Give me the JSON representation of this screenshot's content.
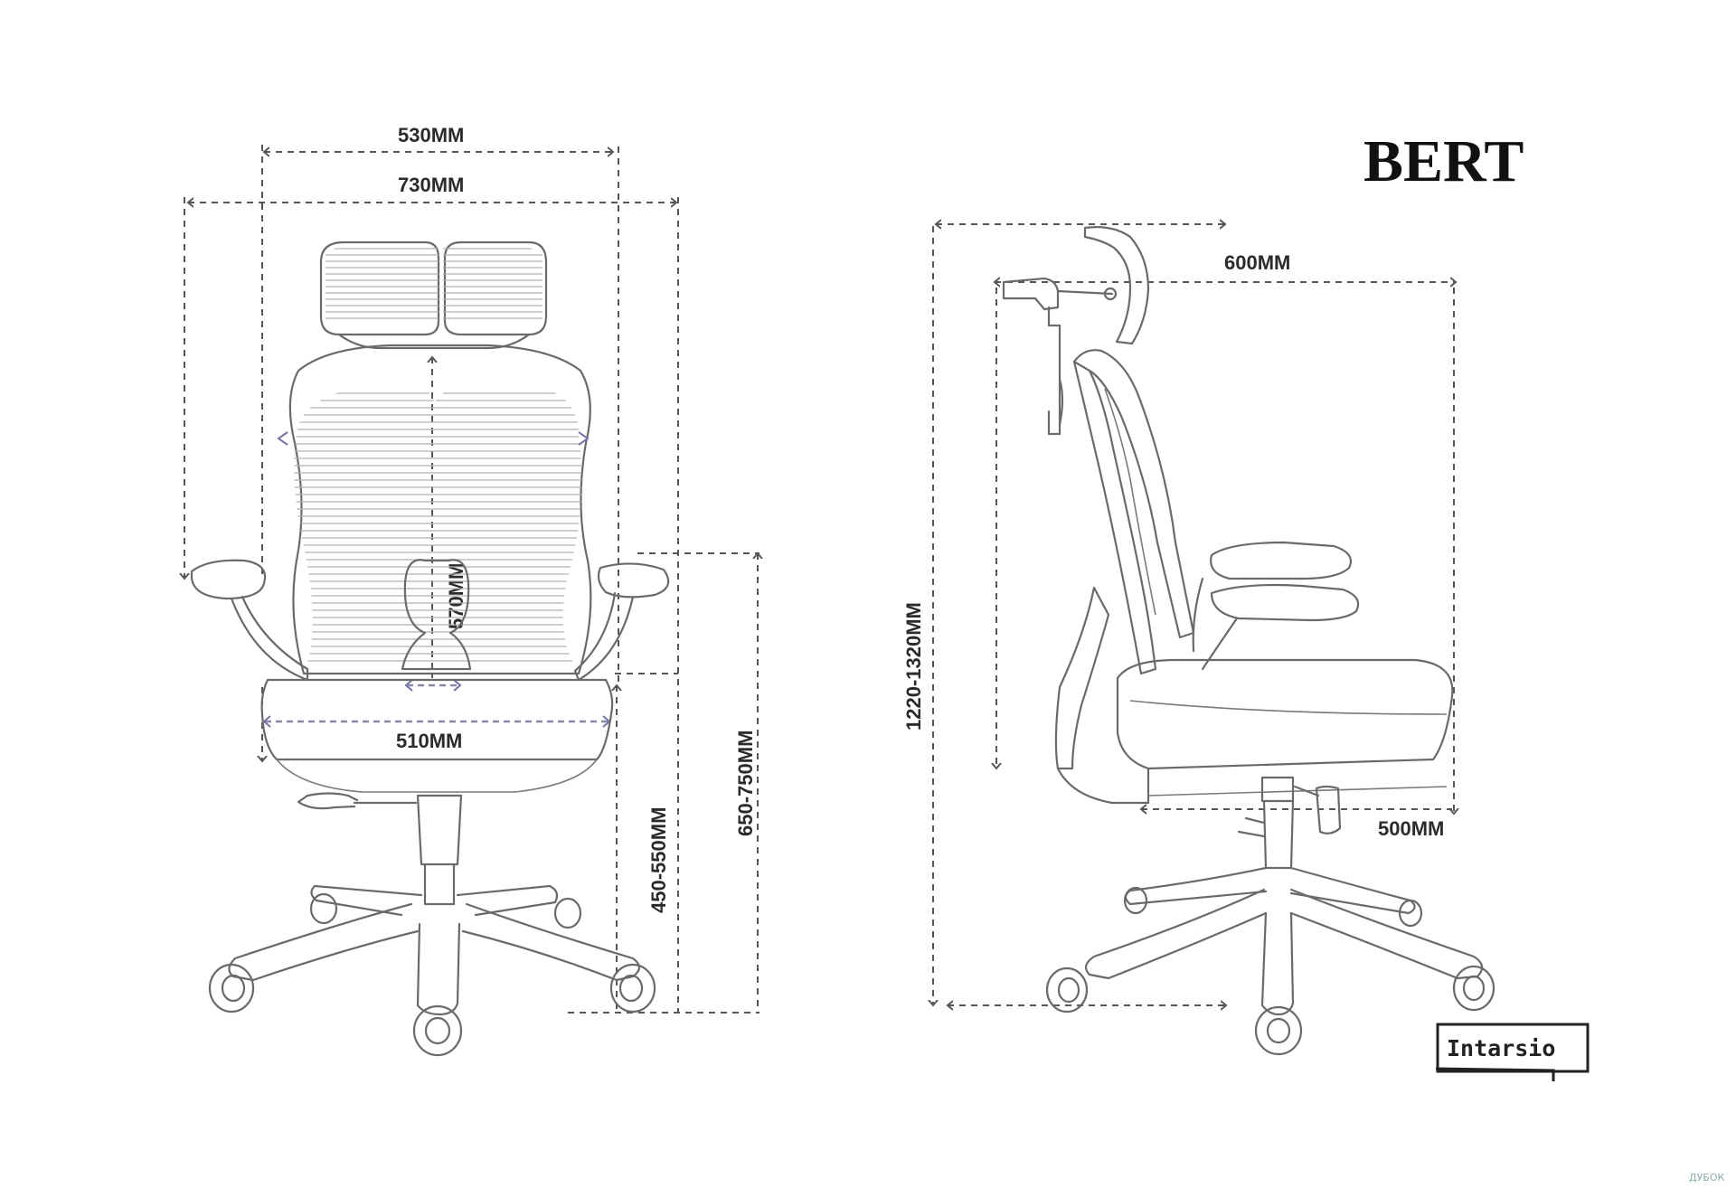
{
  "title": "BERT",
  "front_view": {
    "overall_depth_label": "530MM",
    "overall_width_label": "730MM",
    "back_height_label": "570MM",
    "seat_width_label": "510MM",
    "seat_height_label": "450-550MM",
    "armrest_height_label": "650-750MM"
  },
  "side_view": {
    "depth_label": "600MM",
    "total_height_label": "1220-1320MM",
    "seat_depth_label": "500MM"
  },
  "brand": "Intarsio",
  "watermark": "ДУБОК"
}
